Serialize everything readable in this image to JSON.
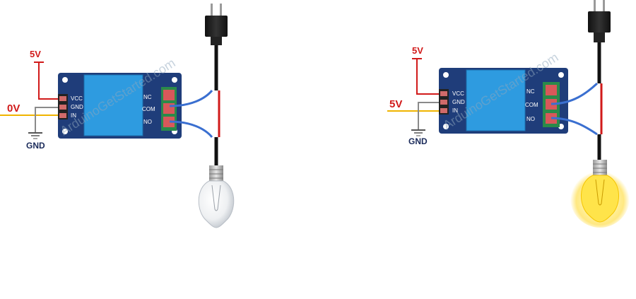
{
  "watermark": "ArduinoGetStarted.com",
  "left": {
    "supply_label": "5V",
    "signal_label": "0V",
    "ground_label": "GND",
    "pins": [
      "VCC",
      "GND",
      "IN"
    ],
    "terminals": [
      "NC",
      "COM",
      "NO"
    ],
    "lamp_state": "off"
  },
  "right": {
    "supply_label": "5V",
    "signal_label": "5V",
    "ground_label": "GND",
    "pins": [
      "VCC",
      "GND",
      "IN"
    ],
    "terminals": [
      "NC",
      "COM",
      "NO"
    ],
    "lamp_state": "on"
  },
  "colors": {
    "board": "#1f3d7a",
    "relay": "#2e9be0",
    "terminal": "#2a8a4a",
    "pin": "#d06a6a",
    "wire_red": "#d11a1a",
    "wire_blue": "#3a6fd0",
    "wire_yellow": "#f0b400",
    "wire_gray": "#8a8a8a",
    "bulb_on": "#ffe44a"
  }
}
